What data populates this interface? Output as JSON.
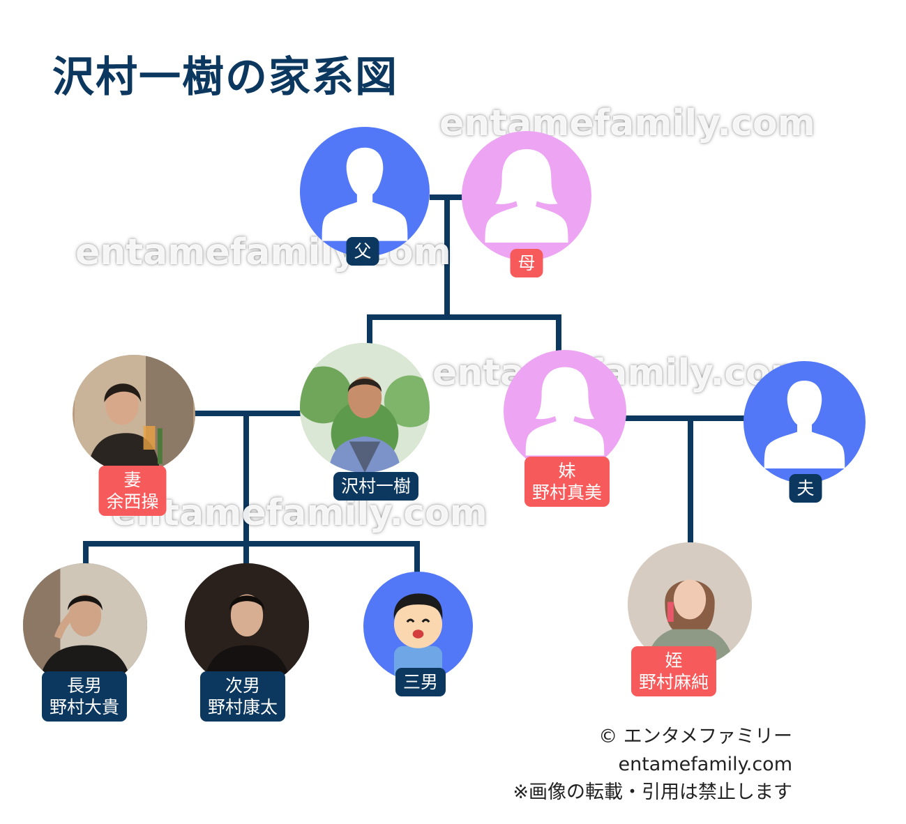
{
  "title": "沢村一樹の家系図",
  "watermark": "entamefamily.com",
  "colors": {
    "navy": "#0c3860",
    "red_label": "#f75a5a",
    "male_circle": "#5277f7",
    "female_circle": "#eca4f3"
  },
  "people": {
    "father": {
      "lines": [
        "父"
      ],
      "label_color": "navy",
      "photo": "male-silhouette"
    },
    "mother": {
      "lines": [
        "母"
      ],
      "label_color": "red",
      "photo": "female-silhouette"
    },
    "kazuki": {
      "lines": [
        "沢村一樹"
      ],
      "label_color": "navy",
      "photo": "photo"
    },
    "wife": {
      "lines": [
        "妻",
        "余西操"
      ],
      "label_color": "red",
      "photo": "photo"
    },
    "sister": {
      "lines": [
        "妹",
        "野村真美"
      ],
      "label_color": "red",
      "photo": "female-silhouette"
    },
    "husband": {
      "lines": [
        "夫"
      ],
      "label_color": "navy",
      "photo": "male-silhouette"
    },
    "son1": {
      "lines": [
        "長男",
        "野村大貴"
      ],
      "label_color": "navy",
      "photo": "photo"
    },
    "son2": {
      "lines": [
        "次男",
        "野村康太"
      ],
      "label_color": "navy",
      "photo": "photo"
    },
    "son3": {
      "lines": [
        "三男"
      ],
      "label_color": "navy",
      "photo": "illustration"
    },
    "niece": {
      "lines": [
        "姪",
        "野村麻純"
      ],
      "label_color": "red",
      "photo": "photo"
    }
  },
  "credit": {
    "line1": "© エンタメファミリー",
    "line2": "entamefamily.com",
    "line3": "※画像の転載・引用は禁止します"
  }
}
